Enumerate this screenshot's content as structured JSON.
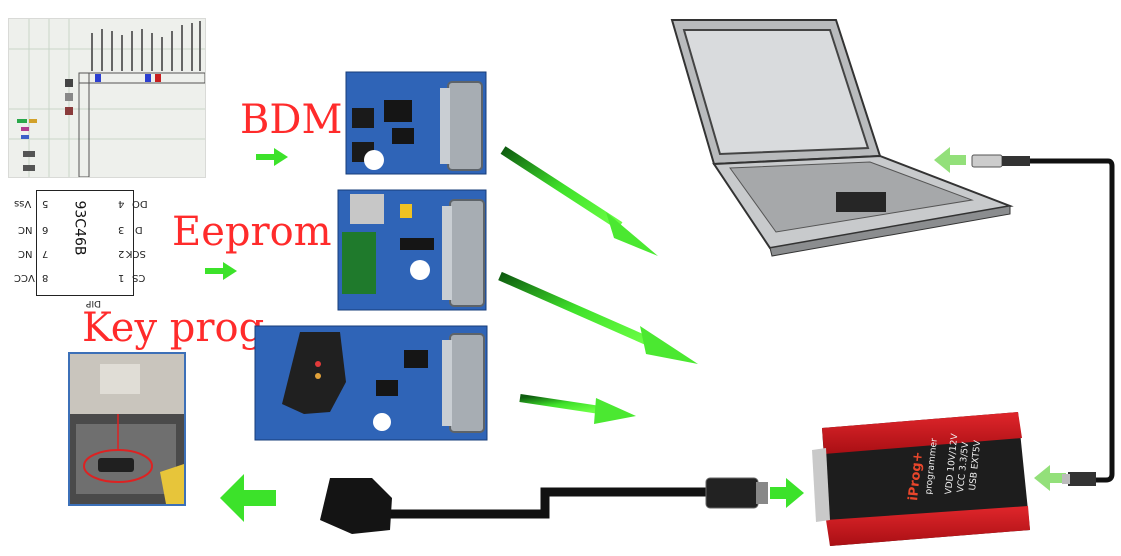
{
  "labels": {
    "bdm": "BDM",
    "eeprom": "Eeprom",
    "key_prog": "Key prog"
  },
  "chip": {
    "name": "93C46B",
    "package": "DIP",
    "pins_left": [
      "Vss",
      "NC",
      "NC",
      "VCC"
    ],
    "pins_left_numbers": [
      "5",
      "6",
      "7",
      "8"
    ],
    "pins_right": [
      "DO",
      "DI",
      "SCK",
      "CS"
    ],
    "pins_right_numbers": [
      "4",
      "3",
      "2",
      "1"
    ]
  },
  "iprog": {
    "brand": "iProg+",
    "subtitle": "programmer",
    "line1": "VDD 10V/12V",
    "line2": "VCC 3.3/5V",
    "line3": "USB EXT5V"
  },
  "colors": {
    "label_red": "#ff2b2b",
    "arrow_green": "#33dd22",
    "board_blue": "#2f64b7",
    "iprog_red": "#d0161b"
  }
}
